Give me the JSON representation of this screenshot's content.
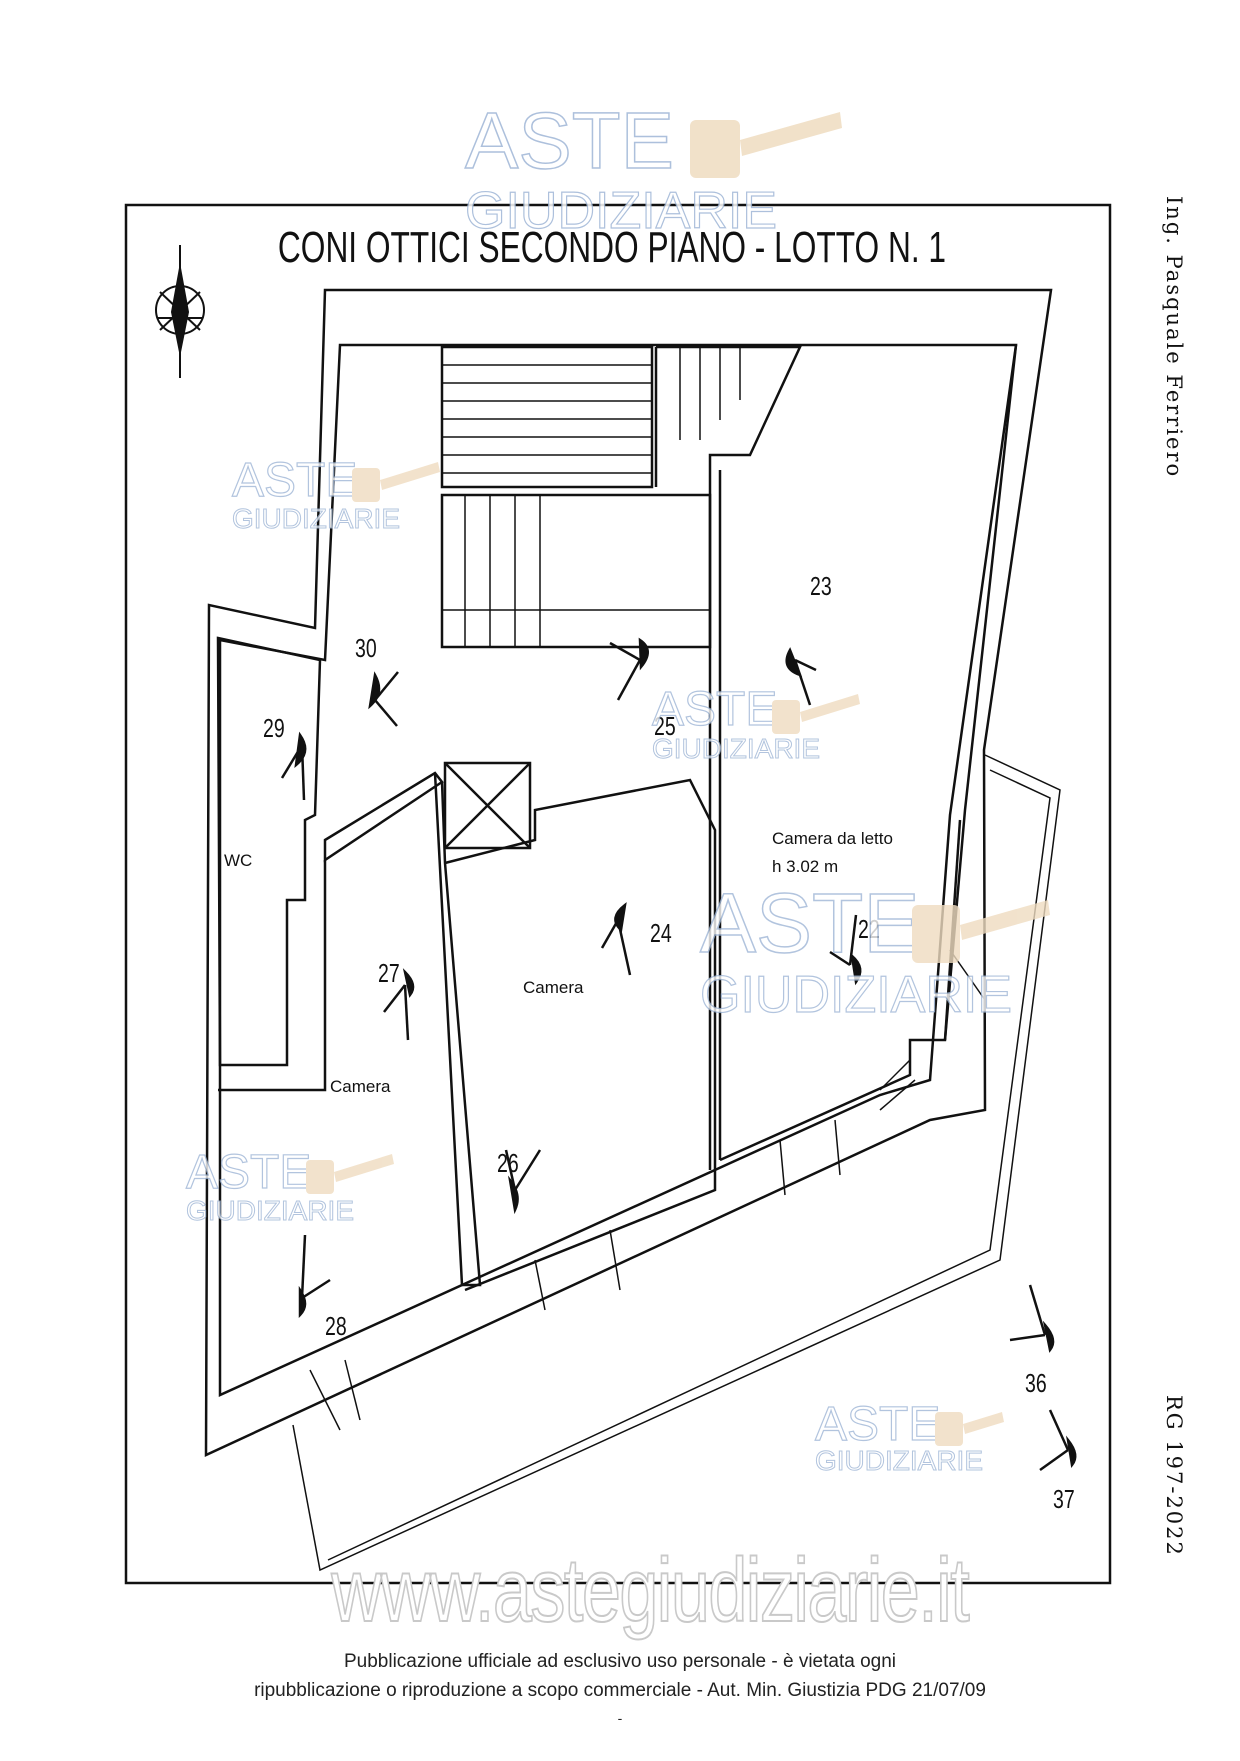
{
  "title": "CONI OTTICI SECONDO PIANO - LOTTO N. 1",
  "side_author": "Ing. Pasquale Ferriero",
  "side_rg": "RG 197-2022",
  "watermark": {
    "line1": "ASTE",
    "line2": "GIUDIZIARIE",
    "site": "www.astegiudiziarie.it"
  },
  "rooms": {
    "wc": "WC",
    "camera_left": "Camera",
    "camera_center": "Camera",
    "camera_da_letto": "Camera da letto",
    "height": "h 3.02 m"
  },
  "viewpoints": [
    "22",
    "23",
    "24",
    "25",
    "26",
    "27",
    "28",
    "29",
    "30",
    "36",
    "37"
  ],
  "footer": {
    "line1": "Pubblicazione ufficiale ad esclusivo uso personale - è vietata ogni",
    "line2": "ripubblicazione o riproduzione a scopo commerciale - Aut. Min. Giustizia PDG 21/07/09",
    "line3": "-"
  },
  "colors": {
    "line": "#111111",
    "watermark_text": "#9fb6d6",
    "watermark_gavel": "#e6c9a0"
  }
}
